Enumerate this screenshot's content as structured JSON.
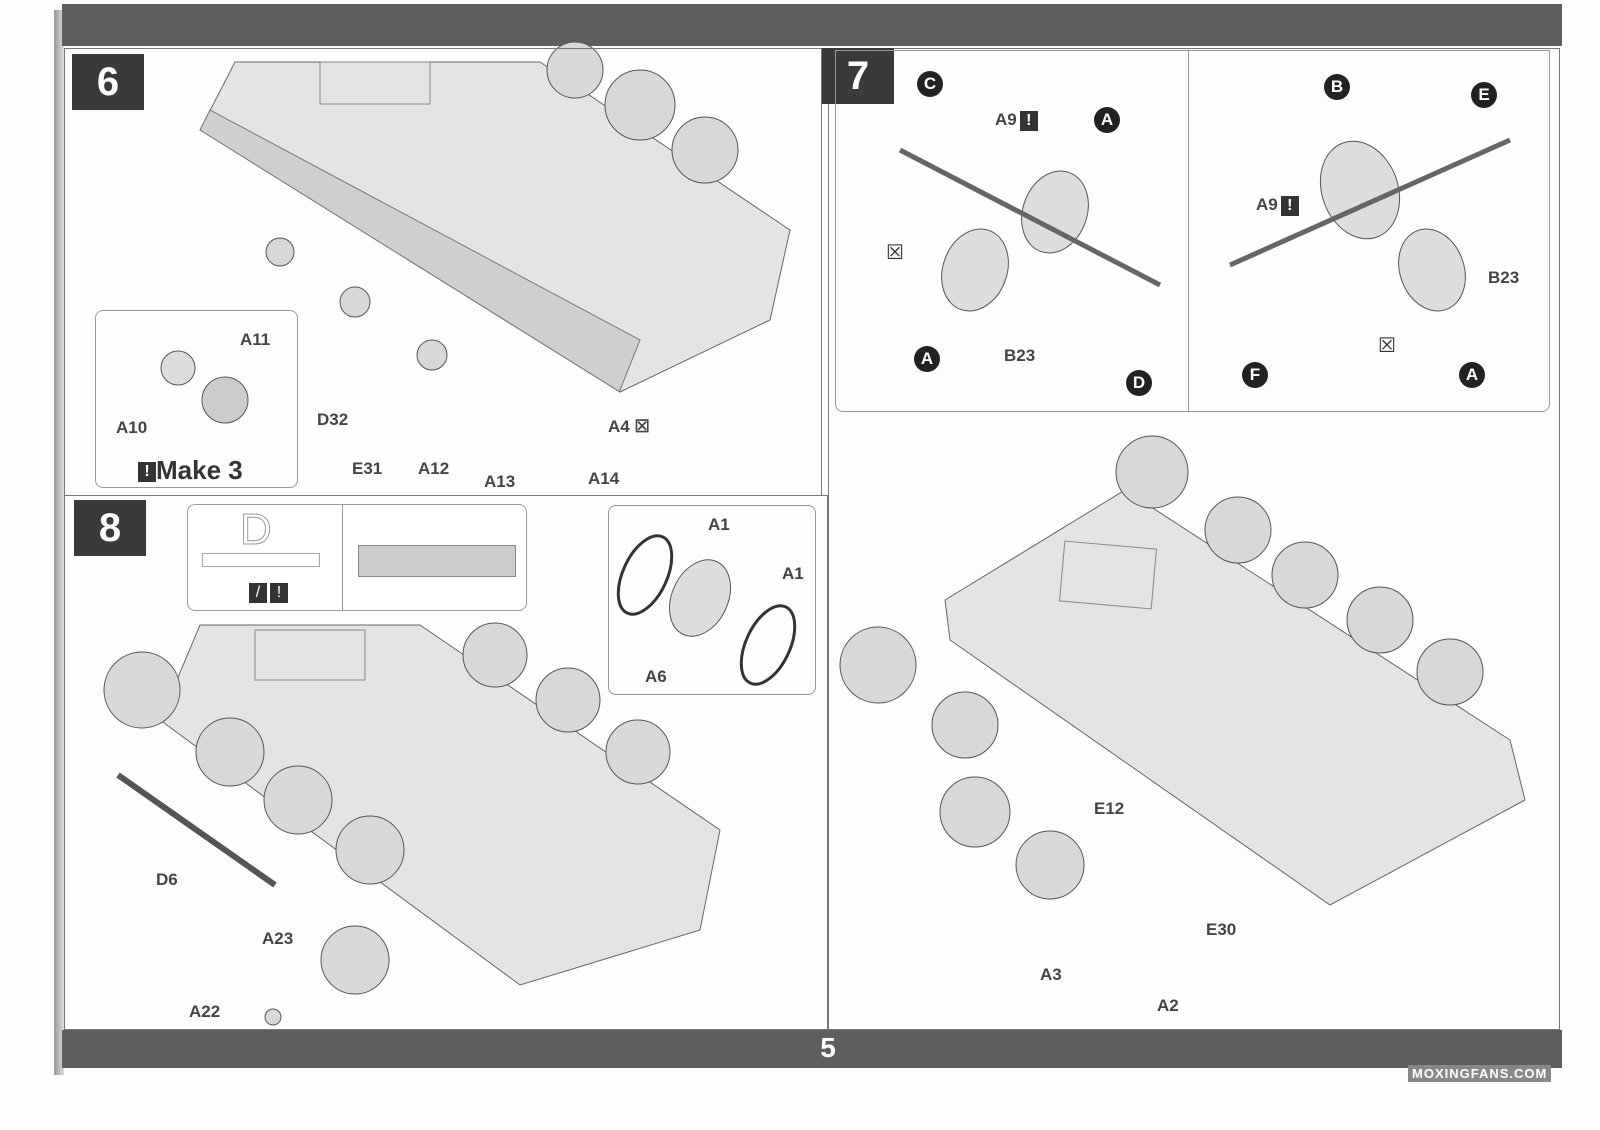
{
  "page_number": "5",
  "watermark": "MOXINGFANS.COM",
  "steps": {
    "s6": {
      "number": "6",
      "labels": {
        "a11": "A11",
        "a10": "A10",
        "d32": "D32",
        "e31": "E31",
        "a12": "A12",
        "a13": "A13",
        "a14": "A14",
        "a4": "A4"
      },
      "make_note": "Make 3"
    },
    "s7": {
      "number": "7",
      "left": {
        "c": "C",
        "a9": "A9",
        "a_top": "A",
        "a_bot": "A",
        "b23": "B23",
        "d": "D"
      },
      "right": {
        "b": "B",
        "e": "E",
        "a9": "A9",
        "b23": "B23",
        "f": "F",
        "a": "A"
      },
      "main": {
        "e12": "E12",
        "e30": "E30",
        "a3": "A3",
        "a2": "A2"
      }
    },
    "s8": {
      "number": "8",
      "inset_letter": "D",
      "labels": {
        "a1_top": "A1",
        "a1_right": "A1",
        "a6": "A6",
        "d6": "D6",
        "a23": "A23",
        "a22": "A22"
      }
    }
  },
  "colors": {
    "bar": "#5e5e5e",
    "step_bg": "#3a3a3a",
    "hull": "#e4e4e4"
  }
}
